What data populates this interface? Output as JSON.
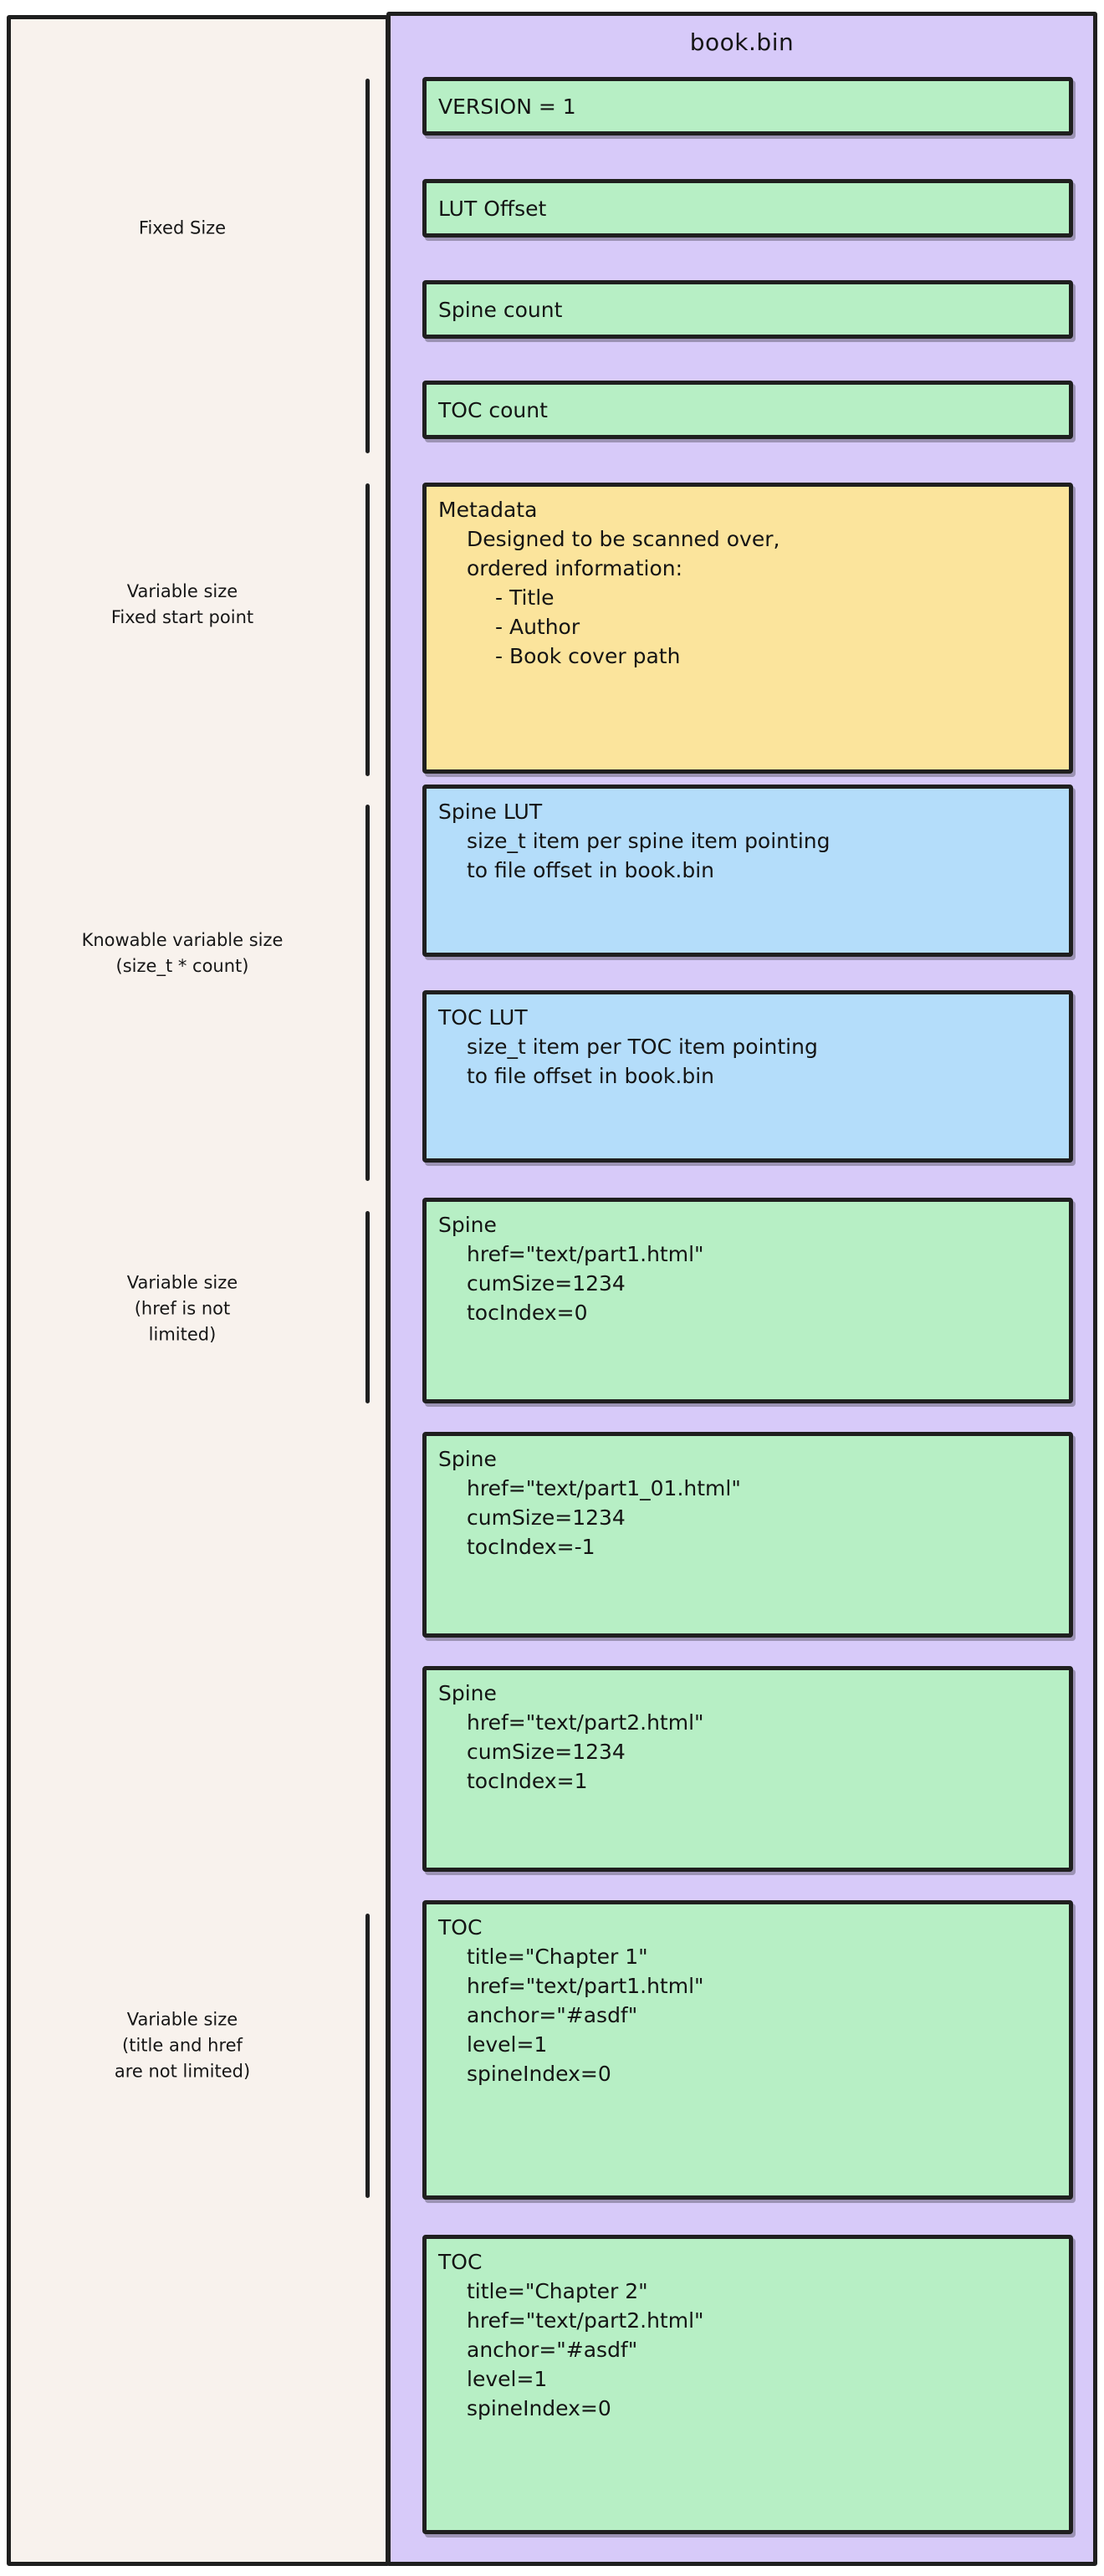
{
  "title": "book.bin",
  "colors": {
    "page_background": "#ffffff",
    "left_panel": "#f8f2ed",
    "right_panel": "#d7caf9",
    "green_block": "#b7efc5",
    "yellow_block": "#fbe49c",
    "blue_block": "#b4ddfa",
    "stroke": "#1f1f1f",
    "text": "#141414"
  },
  "groups": [
    {
      "label": "Fixed Size"
    },
    {
      "label": "Variable size\nFixed start point"
    },
    {
      "label": "Knowable variable size\n(size_t * count)"
    },
    {
      "label": "Variable size\n(href is not\nlimited)"
    },
    {
      "label": "Variable size\n(title and href\nare not limited)"
    }
  ],
  "blocks": [
    {
      "kind": "green",
      "header": "VERSION = 1",
      "rows": []
    },
    {
      "kind": "green",
      "header": "LUT Offset",
      "rows": []
    },
    {
      "kind": "green",
      "header": "Spine count",
      "rows": []
    },
    {
      "kind": "green",
      "header": "TOC count",
      "rows": []
    },
    {
      "kind": "yellow",
      "header": "Metadata",
      "rows": [
        "Designed to be scanned over,",
        "ordered information:"
      ],
      "subrows": [
        "- Title",
        "- Author",
        "- Book cover path"
      ]
    },
    {
      "kind": "blue",
      "header": "Spine LUT",
      "rows": [
        "size_t item per spine item pointing",
        "to file offset in book.bin"
      ]
    },
    {
      "kind": "blue",
      "header": "TOC LUT",
      "rows": [
        "size_t item per TOC item pointing",
        "to file offset in book.bin"
      ]
    },
    {
      "kind": "green",
      "header": "Spine",
      "rows": [
        "href=\"text/part1.html\"",
        "cumSize=1234",
        "tocIndex=0"
      ]
    },
    {
      "kind": "green",
      "header": "Spine",
      "rows": [
        "href=\"text/part1_01.html\"",
        "cumSize=1234",
        "tocIndex=-1"
      ]
    },
    {
      "kind": "green",
      "header": "Spine",
      "rows": [
        "href=\"text/part2.html\"",
        "cumSize=1234",
        "tocIndex=1"
      ]
    },
    {
      "kind": "green",
      "header": "TOC",
      "rows": [
        "title=\"Chapter 1\"",
        "href=\"text/part1.html\"",
        "anchor=\"#asdf\"",
        "level=1",
        "spineIndex=0"
      ]
    },
    {
      "kind": "green",
      "header": "TOC",
      "rows": [
        "title=\"Chapter 2\"",
        "href=\"text/part2.html\"",
        "anchor=\"#asdf\"",
        "level=1",
        "spineIndex=0"
      ]
    }
  ]
}
